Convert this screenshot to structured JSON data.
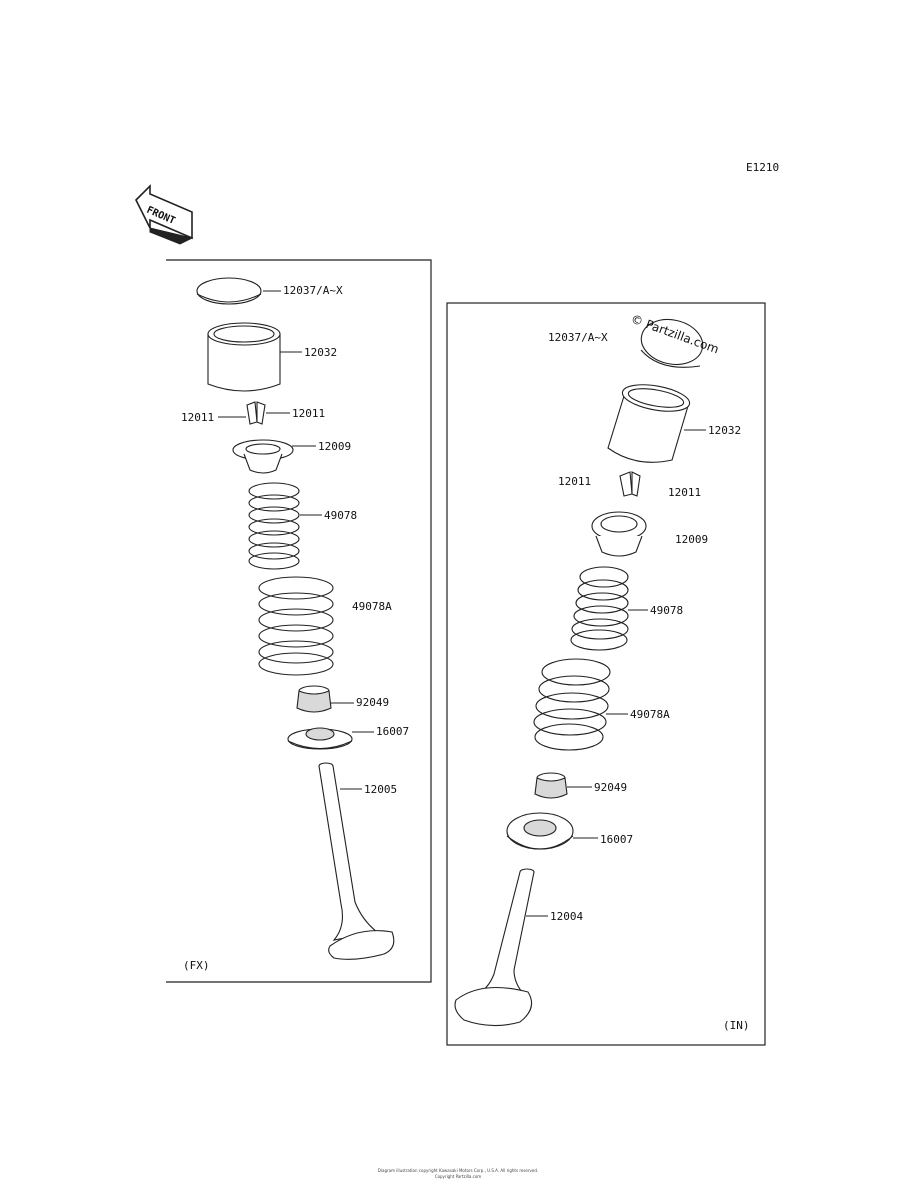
{
  "page": {
    "code": "E1210",
    "front_label": "FRONT",
    "watermark": "© Partzilla.com",
    "footer_lines": [
      "Diagram illustration copyright Kawasaki Motors Corp., U.S.A. All rights reserved.",
      "Copyright Partzilla.com"
    ]
  },
  "groups": [
    {
      "variant": "(FX)",
      "parts": [
        {
          "number": "12037/A~X",
          "name": "shim"
        },
        {
          "number": "12032",
          "name": "valve-lifter"
        },
        {
          "number": "12011",
          "name": "valve-cotter-left"
        },
        {
          "number": "12011",
          "name": "valve-cotter-right"
        },
        {
          "number": "12009",
          "name": "spring-retainer"
        },
        {
          "number": "49078",
          "name": "inner-valve-spring"
        },
        {
          "number": "49078A",
          "name": "outer-valve-spring"
        },
        {
          "number": "92049",
          "name": "oil-seal"
        },
        {
          "number": "16007",
          "name": "spring-seat"
        },
        {
          "number": "12005",
          "name": "exhaust-valve"
        }
      ]
    },
    {
      "variant": "(IN)",
      "parts": [
        {
          "number": "12037/A~X",
          "name": "shim"
        },
        {
          "number": "12032",
          "name": "valve-lifter"
        },
        {
          "number": "12011",
          "name": "valve-cotter-left"
        },
        {
          "number": "12011",
          "name": "valve-cotter-right"
        },
        {
          "number": "12009",
          "name": "spring-retainer"
        },
        {
          "number": "49078",
          "name": "inner-valve-spring"
        },
        {
          "number": "49078A",
          "name": "outer-valve-spring"
        },
        {
          "number": "92049",
          "name": "oil-seal"
        },
        {
          "number": "16007",
          "name": "spring-seat"
        },
        {
          "number": "12004",
          "name": "intake-valve"
        }
      ]
    }
  ]
}
